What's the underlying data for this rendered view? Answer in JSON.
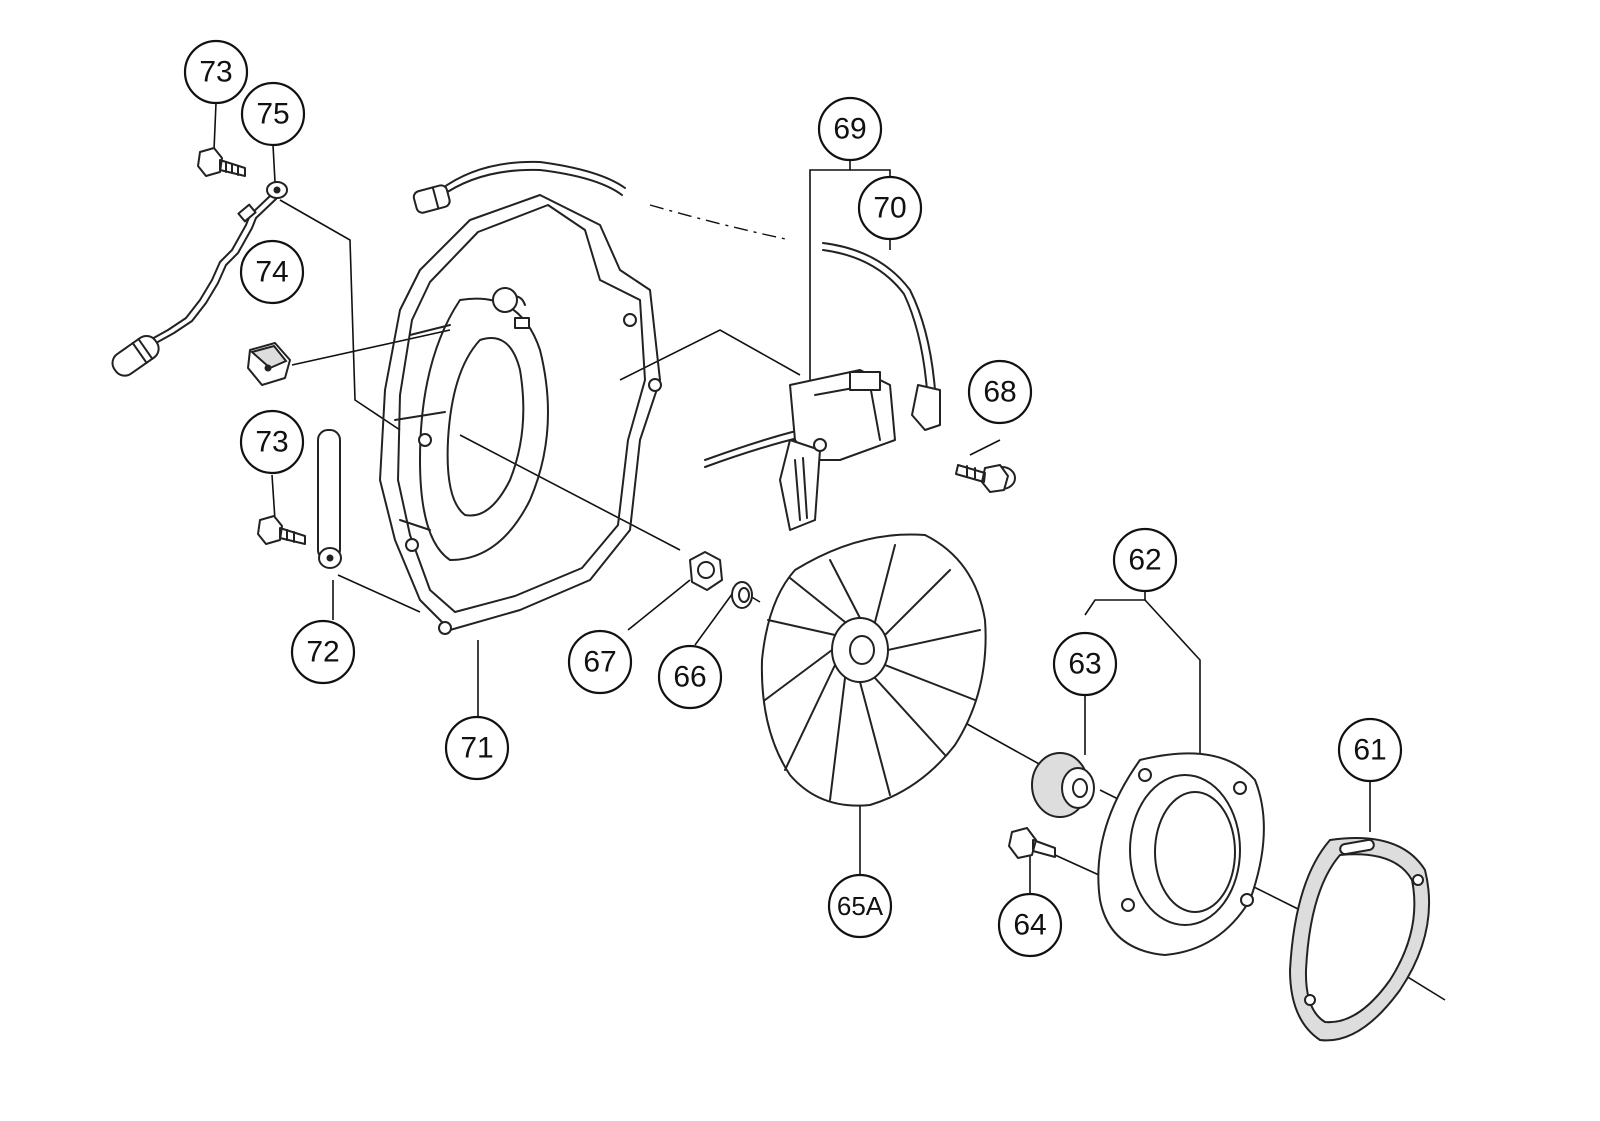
{
  "parts": {
    "p61": "61",
    "p62": "62",
    "p63": "63",
    "p64": "64",
    "p65a": "65A",
    "p66": "66",
    "p67": "67",
    "p68": "68",
    "p69": "69",
    "p70": "70",
    "p71": "71",
    "p72": "72",
    "p73a": "73",
    "p73b": "73",
    "p74": "74",
    "p75": "75"
  }
}
